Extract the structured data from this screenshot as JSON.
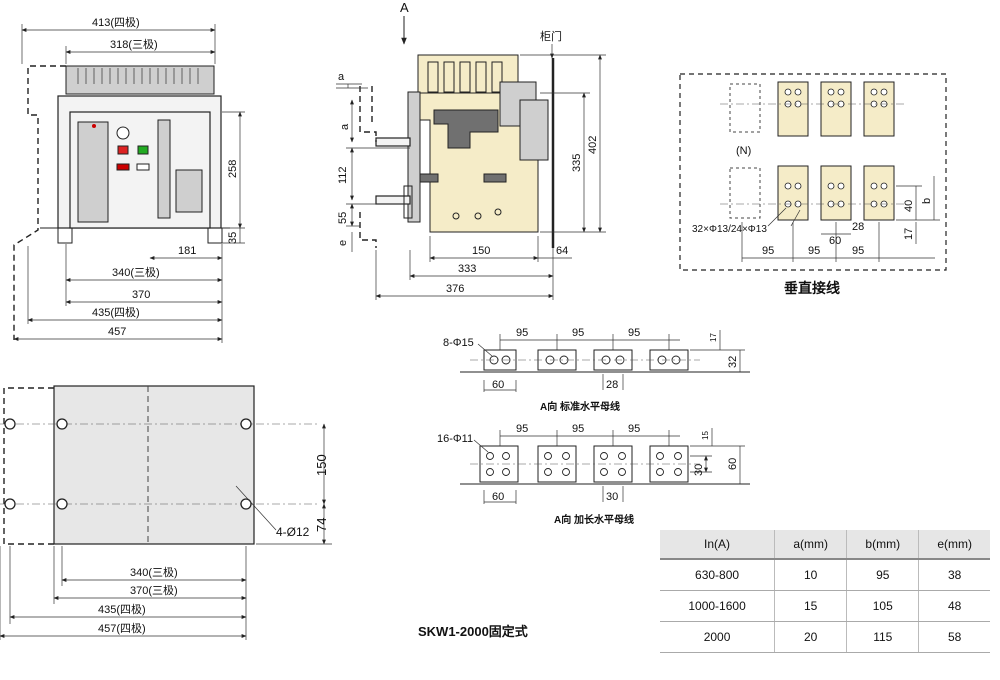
{
  "front_view": {
    "top_dims": [
      "413(四极)",
      "318(三极)"
    ],
    "bottom_dims": [
      "181",
      "340(三极)",
      "370",
      "435(四极)",
      "457"
    ],
    "right_dims": [
      "258",
      "35"
    ]
  },
  "side_view": {
    "arrow_label": "A",
    "cabinet_door_label": "柜门",
    "left_dims": [
      "a",
      "a",
      "112",
      "55",
      "e"
    ],
    "right_dims": [
      "335",
      "402"
    ],
    "bottom_dims": [
      "150",
      "64",
      "333",
      "376"
    ]
  },
  "vertical_busbar": {
    "neutral_label": "(N)",
    "hole_label": "32×Φ13/24×Φ13",
    "dims": [
      "95",
      "95",
      "95",
      "60",
      "28",
      "40",
      "b",
      "17"
    ],
    "caption": "垂直接线"
  },
  "standard_busbar": {
    "hole_label": "8-Φ15",
    "dims": [
      "95",
      "95",
      "95",
      "60",
      "28",
      "32",
      "17"
    ],
    "caption": "A向 标准水平母线"
  },
  "extended_busbar": {
    "hole_label": "16-Φ11",
    "dims": [
      "95",
      "95",
      "95",
      "60",
      "30",
      "30",
      "60",
      "15"
    ],
    "caption": "A向 加长水平母线"
  },
  "mounting_view": {
    "right_dims": [
      "150",
      "74"
    ],
    "hole_label": "4-Ø12",
    "bottom_dims": [
      "340(三极)",
      "370(三极)",
      "435(四极)",
      "457(四极)"
    ]
  },
  "table": {
    "headers": [
      "In(A)",
      "a(mm)",
      "b(mm)",
      "e(mm)"
    ],
    "rows": [
      [
        "630-800",
        "10",
        "95",
        "38"
      ],
      [
        "1000-1600",
        "15",
        "105",
        "48"
      ],
      [
        "2000",
        "20",
        "115",
        "58"
      ]
    ]
  },
  "model_caption": "SKW1-2000固定式"
}
